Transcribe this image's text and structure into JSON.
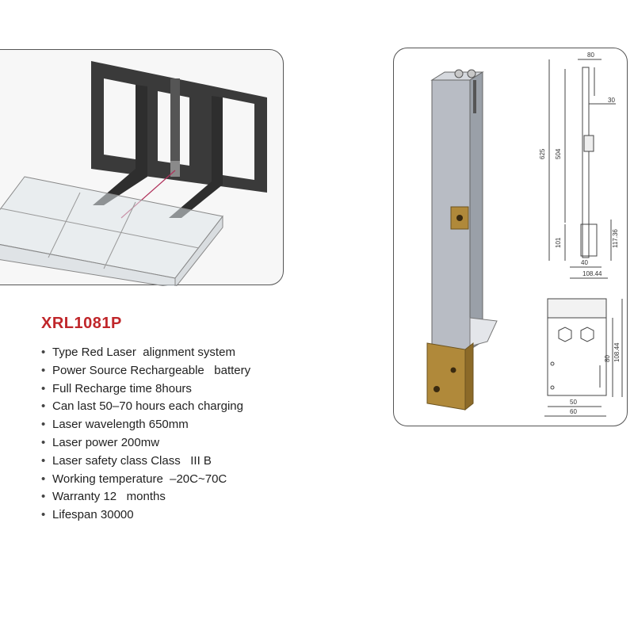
{
  "product": {
    "model": "XRL1081P"
  },
  "specs": [
    "Type Red Laser  alignment system",
    "Power Source Rechargeable   battery",
    "Full Recharge time 8hours",
    "Can last 50–70 hours each charging",
    "Laser wavelength 650mm",
    "Laser power 200mw",
    "Laser safety class Class   III B",
    "Working temperature  –20C~70C",
    "Warranty 12   months",
    "Lifespan 30000"
  ],
  "drawing_dimensions": {
    "top_width": "80",
    "offset": "30",
    "total_height": "625",
    "upper_height": "504",
    "lower_height": "101",
    "foot_height": "117.36",
    "base_width": "40",
    "overall_width": "108.44",
    "detail_height": "80",
    "detail_height_total": "108.44",
    "detail_inner_width": "50",
    "detail_outer_width": "60"
  },
  "colors": {
    "title_red": "#c0262a",
    "laser_line": "#b0305a",
    "frame_dark": "#3a3a3a",
    "post_gray": "#b8bcc4",
    "brass": "#b0893a"
  }
}
